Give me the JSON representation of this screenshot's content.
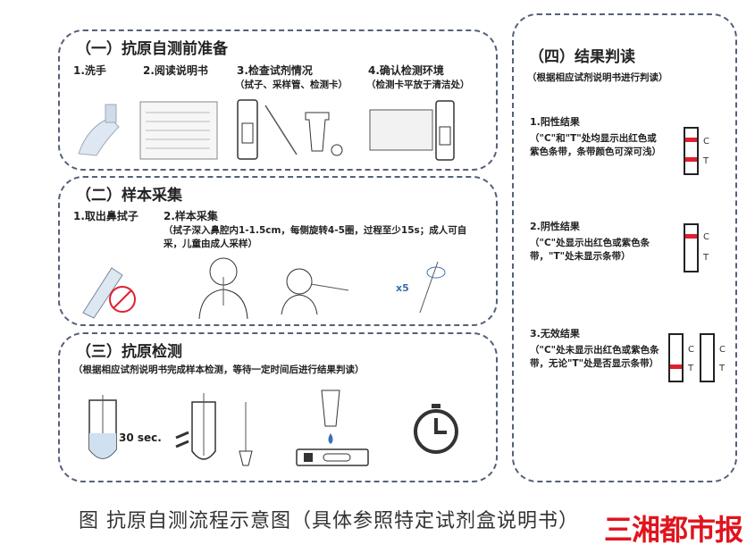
{
  "section1": {
    "title": "（一）抗原自测前准备",
    "steps": [
      {
        "label": "1.洗手"
      },
      {
        "label": "2.阅读说明书"
      },
      {
        "label": "3.检查试剂情况",
        "note": "（拭子、采样管、检测卡）"
      },
      {
        "label": "4.确认检测环境",
        "note": "（检测卡平放于清洁处）"
      }
    ]
  },
  "section2": {
    "title": "（二）样本采集",
    "steps": [
      {
        "label": "1.取出鼻拭子"
      },
      {
        "label": "2.样本采集",
        "note": "（拭子深入鼻腔内1-1.5cm，每侧旋转4-5圈，过程至少15s；成人可自采，儿童由成人采样）"
      }
    ],
    "repeat_label": "x5"
  },
  "section3": {
    "title": "（三）抗原检测",
    "note": "（根据相应试剂说明书完成样本检测，等待一定时间后进行结果判读）",
    "time_label": "30 sec."
  },
  "section4": {
    "title": "（四）结果判读",
    "note": "（根据相应试剂说明书进行判读）",
    "results": [
      {
        "label": "1.阳性结果",
        "desc": "（\"C\"和\"T\"处均显示出红色或紫色条带，条带颜色可深可浅）"
      },
      {
        "label": "2.阴性结果",
        "desc": "（\"C\"处显示出红色或紫色条带，\"T\"处未显示条带）"
      },
      {
        "label": "3.无效结果",
        "desc": "（\"C\"处未显示出红色或紫色条带，无论\"T\"处是否显示条带）"
      }
    ],
    "c_label": "C",
    "t_label": "T",
    "band_color": "#e02030"
  },
  "caption": "图  抗原自测流程示意图（具体参照特定试剂盒说明书）",
  "watermark": "三湘都市报"
}
